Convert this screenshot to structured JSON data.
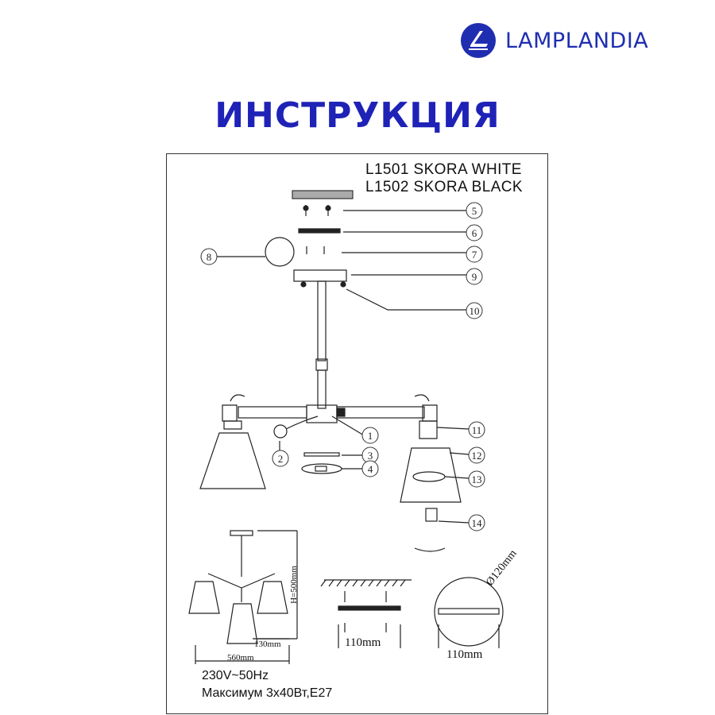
{
  "brand": {
    "name": "LAMPLANDIA",
    "logo_color": "#1f2eb0"
  },
  "title": "ИНСТРУКЦИЯ",
  "title_color": "#1f22b6",
  "models": [
    "L1501 SKORA WHITE",
    "L1502 SKORA BLACK"
  ],
  "callouts": [
    "1",
    "2",
    "3",
    "4",
    "5",
    "6",
    "7",
    "8",
    "9",
    "10",
    "11",
    "12",
    "13",
    "14"
  ],
  "dimensions": {
    "height": "H=500mm",
    "offset": "130mm",
    "width": "560mm",
    "bracket_span": "110mm",
    "canopy_diameter": "Ø120mm",
    "canopy_bracket": "110mm"
  },
  "specs": {
    "voltage": "230V~50Hz",
    "power": "Максимум 3х40Вт,Е27"
  }
}
